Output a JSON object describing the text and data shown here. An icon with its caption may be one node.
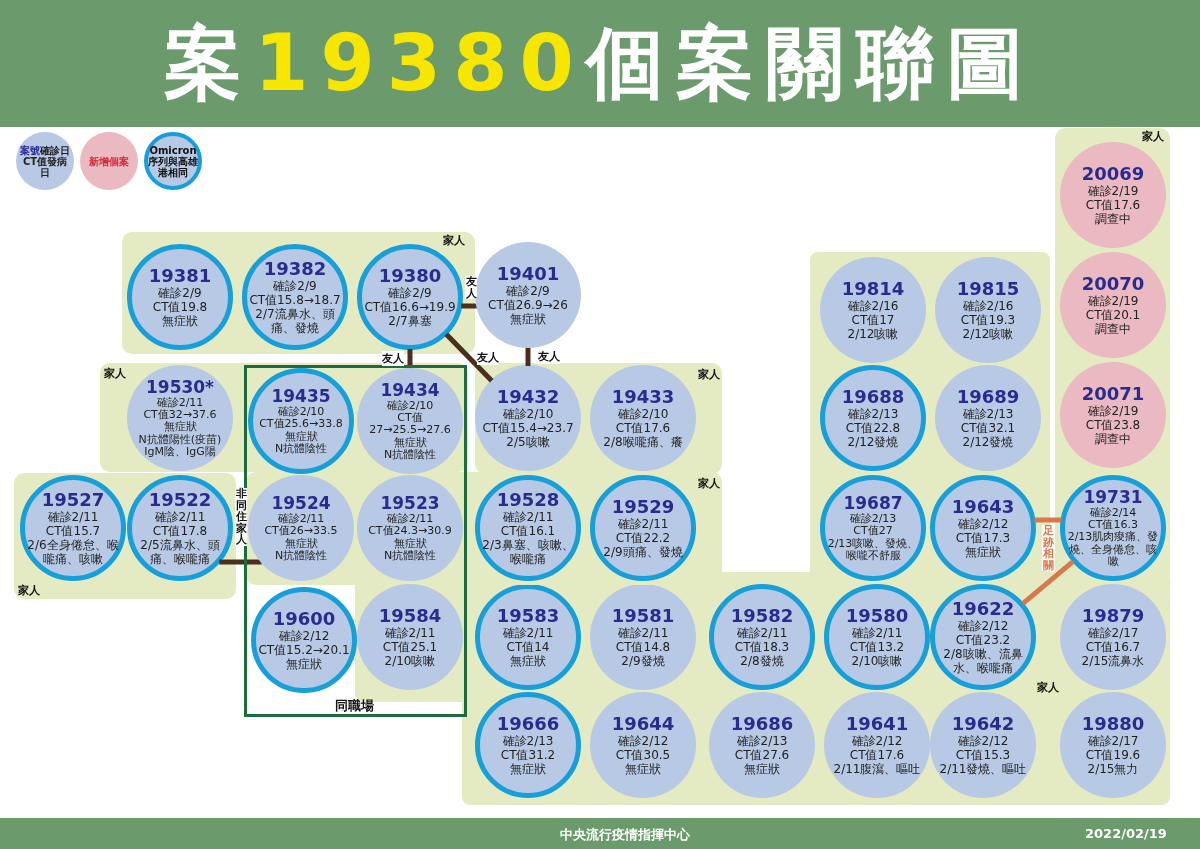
{
  "diagram": {
    "title": "案**19380**個案關聯圖",
    "nodes": [
      {
        "text": [
          "家人"
        ]
      },
      {
        "text": [
          "19381",
          "確診2/9",
          "CT值19.8",
          "無症狀"
        ],
        "in": 0
      },
      {
        "text": [
          "19382",
          "確診2/9",
          "CT值15.8→18.7",
          "2/7流鼻水、頭痛、發燒"
        ],
        "in": 0
      },
      {
        "text": [
          "19380",
          "確診2/9",
          "CT值16.6→19.9",
          "2/7鼻塞"
        ],
        "in": 0
      },
      {
        "text": [
          "19401",
          "確診2/9",
          "CT值26.9→26",
          "無症狀"
        ]
      },
      {
        "text": [
          "同職場"
        ]
      },
      {
        "text": [
          "家人"
        ]
      },
      {
        "text": [
          "19530*",
          "確診2/11",
          "CT值32→37.6",
          "無症狀",
          "N抗體陽性(疫苗)",
          "IgM陰、IgG陽"
        ],
        "in": 6
      },
      {
        "text": [
          "19435",
          "確診2/10",
          "CT值25.6→33.8",
          "無症狀",
          "N抗體陰性"
        ]
      },
      {
        "text": [
          "19434",
          "確診2/10",
          "CT值27→25.5→27.6",
          "無症狀",
          "N抗體陰性"
        ]
      },
      {
        "text": [
          "家人"
        ]
      },
      {
        "text": [
          "19432",
          "確診2/10",
          "CT值15.4→23.7",
          "2/5咳嗽"
        ],
        "in": 10
      },
      {
        "text": [
          "19433",
          "確診2/10",
          "CT值17.6",
          "2/8喉嚨痛、癢"
        ],
        "in": 10
      },
      {
        "text": [
          "家人"
        ]
      },
      {
        "text": [
          "19527",
          "確診2/11",
          "CT值15.7",
          "2/6全身倦怠、喉嚨痛、咳嗽"
        ],
        "in": 13
      },
      {
        "text": [
          "19522",
          "確診2/11",
          "CT值17.8",
          "2/5流鼻水、頭痛、喉嚨痛"
        ],
        "in": 13
      },
      {
        "text": [
          "家人"
        ]
      },
      {
        "text": [
          "19524",
          "確診2/11",
          "CT值26→33.5",
          "無症狀",
          "N抗體陰性"
        ]
      },
      {
        "text": [
          "19523",
          "確診2/11",
          "CT值24.3→30.9",
          "無症狀",
          "N抗體陰性"
        ]
      },
      {
        "text": [
          "19528",
          "確診2/11",
          "CT值16.1",
          "2/3鼻塞、咳嗽、喉嚨痛"
        ],
        "in": 16
      },
      {
        "text": [
          "19529",
          "確診2/11",
          "CT值22.2",
          "2/9頭痛、發燒"
        ],
        "in": 16
      },
      {
        "text": [
          "家人"
        ]
      },
      {
        "text": [
          "19814",
          "確診2/16",
          "CT值17",
          "2/12咳嗽"
        ],
        "in": 21
      },
      {
        "text": [
          "19815",
          "確診2/16",
          "CT值19.3",
          "2/12咳嗽"
        ],
        "in": 21
      },
      {
        "text": [
          "19688",
          "確診2/13",
          "CT值22.8",
          "2/12發燒"
        ],
        "in": 21
      },
      {
        "text": [
          "19689",
          "確診2/13",
          "CT值32.1",
          "2/12發燒"
        ],
        "in": 21
      },
      {
        "text": [
          "19687",
          "確診2/13",
          "CT值27",
          "2/13咳嗽、發燒、喉嚨不舒服"
        ],
        "in": 21
      },
      {
        "text": [
          "19643",
          "確診2/12",
          "CT值17.3",
          "無症狀"
        ],
        "in": 21
      },
      {
        "text": [
          "19600",
          "確診2/12",
          "CT值15.2→20.1",
          "無症狀"
        ],
        "in": 5
      },
      {
        "text": [
          "19584",
          "確診2/11",
          "CT值25.1",
          "2/10咳嗽"
        ]
      },
      {
        "text": [
          "19583",
          "確診2/11",
          "CT值14",
          "無症狀"
        ],
        "in": 21
      },
      {
        "text": [
          "19581",
          "確診2/11",
          "CT值14.8",
          "2/9發燒"
        ],
        "in": 21
      },
      {
        "text": [
          "19582",
          "確診2/11",
          "CT值18.3",
          "2/8發燒"
        ],
        "in": 21
      },
      {
        "text": [
          "19580",
          "確診2/11",
          "CT值13.2",
          "2/10咳嗽"
        ],
        "in": 21
      },
      {
        "text": [
          "19622",
          "確診2/12",
          "CT值23.2",
          "2/8咳嗽、流鼻水、喉嚨痛"
        ],
        "in": 21
      },
      {
        "text": [
          "19879",
          "確診2/17",
          "CT值16.7",
          "2/15流鼻水"
        ],
        "in": 21
      },
      {
        "text": [
          "19666",
          "確診2/13",
          "CT值31.2",
          "無症狀"
        ],
        "in": 21
      },
      {
        "text": [
          "19644",
          "確診2/12",
          "CT值30.5",
          "無症狀"
        ],
        "in": 21
      },
      {
        "text": [
          "19686",
          "確診2/13",
          "CT值27.6",
          "無症狀"
        ],
        "in": 21
      },
      {
        "text": [
          "19641",
          "確診2/12",
          "CT值17.6",
          "2/11腹瀉、嘔吐"
        ],
        "in": 21
      },
      {
        "text": [
          "19642",
          "確診2/12",
          "CT值15.3",
          "2/11發燒、嘔吐"
        ],
        "in": 21
      },
      {
        "text": [
          "19880",
          "確診2/17",
          "CT值19.6",
          "2/15無力"
        ],
        "in": 21
      },
      {
        "text": [
          "家人"
        ]
      },
      {
        "text": [
          "20069",
          "確診2/19",
          "CT值17.6",
          "調查中"
        ],
        "in": 42
      },
      {
        "text": [
          "20070",
          "確診2/19",
          "CT值20.1",
          "調查中"
        ],
        "in": 42
      },
      {
        "text": [
          "20071",
          "確診2/19",
          "CT值23.8",
          "調查中"
        ],
        "in": 42
      },
      {
        "text": [
          "19731",
          "確診2/14",
          "CT值16.3",
          "2/13肌肉痠痛、發燒、全身倦怠、咳嗽"
        ],
        "in": 42
      }
    ],
    "edges": [
      {
        "from": 3,
        "to": 4,
        "arrow": "none",
        "label": "友人"
      },
      {
        "from": 3,
        "to": 9,
        "arrow": "none",
        "label": "友人"
      },
      {
        "from": 3,
        "to": 11,
        "arrow": "none",
        "label": "友人"
      },
      {
        "from": 4,
        "to": 11,
        "arrow": "none",
        "label": "友人"
      },
      {
        "from": 15,
        "to": 17,
        "arrow": "none",
        "label": "非同住家人"
      },
      {
        "from": 27,
        "to": 46,
        "arrow": "none",
        "label": "足跡相關",
        "color": "#d9784c"
      },
      {
        "from": 34,
        "to": 46,
        "arrow": "none",
        "color": "#d9784c"
      }
    ],
    "labels": [
      "中央流行疫情指揮中心",
      "2022/02/19"
    ],
    "legend": [
      {
        "text": "**案號**確診日CT值發病日",
        "color": "#b8c9e5"
      },
      {
        "text": "新增個案",
        "color": "#ebb9c1"
      },
      {
        "text": "Omicron序列與高雄港相同"
      }
    ]
  }
}
